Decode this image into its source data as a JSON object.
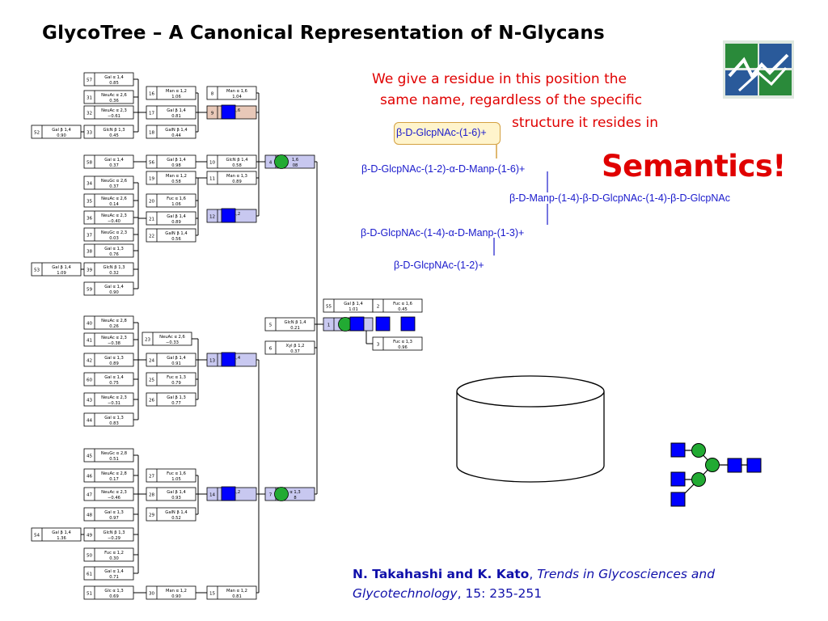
{
  "title": "GlycoTree – A Canonical Representation of N-Glycans",
  "annotation": {
    "line1": "We give a residue in this position the",
    "line2": "same name, regardless of the specific",
    "line3": "structure it resides in"
  },
  "semantics_label": "Semantics!",
  "glycan_structure": {
    "highlight": "β-D-GlcpNAc-(1-6)+",
    "row1": "β-D-GlcpNAc-(1-2)-α-D-Manp-(1-6)+",
    "core": "β-D-Manp-(1-4)-β-D-GlcpNAc-(1-4)-β-D-GlcpNAc",
    "row3": "β-D-GlcpNAc-(1-4)-α-D-Manp-(1-3)+",
    "row4": "β-D-GlcpNAc-(1-2)+"
  },
  "citation": {
    "authors": "N. Takahashi and K. Kato",
    "journal": "Trends in Glycosciences and Glycotechnology",
    "details": ", 15: 235-251"
  },
  "colors": {
    "title": "#000000",
    "annotation": "#e00000",
    "semantics": "#e00000",
    "glycan_text": "#1a1acc",
    "glcnac_square": "#0000ff",
    "mannose_circle": "#22aa33",
    "node_box_fill": "#c8c8f0",
    "highlight_box_fill": "#e8c8b8",
    "citation": "#1010aa"
  },
  "logo_icon": "glycotree-logo-icon",
  "database_icon": "database-cylinder-icon",
  "tree_nodes": [
    {
      "id": "57",
      "label": "Gal α 1,4",
      "value": "0.85"
    },
    {
      "id": "31",
      "label": "NeuAc α 2,6",
      "value": "0.36"
    },
    {
      "id": "32",
      "label": "NeuAc α 2,3",
      "value": "−0.61"
    },
    {
      "id": "52",
      "label": "Gal β 1,4",
      "value": "0.90"
    },
    {
      "id": "33",
      "label": "GlcN β 1,3",
      "value": "0.45"
    },
    {
      "id": "16",
      "label": "Man α 1,2",
      "value": "1.06"
    },
    {
      "id": "17",
      "label": "Gal β 1,4",
      "value": "0.81"
    },
    {
      "id": "18",
      "label": "GalN β 1,4",
      "value": "0.44"
    },
    {
      "id": "8",
      "label": "Man α 1,6",
      "value": "1.04"
    },
    {
      "id": "9",
      "label": "1,6",
      "value": ""
    },
    {
      "id": "58",
      "label": "Gal α 1,4",
      "value": "0.37"
    },
    {
      "id": "34",
      "label": "NeuGc α 2,6",
      "value": "0.37"
    },
    {
      "id": "35",
      "label": "NeuAc α 2,6",
      "value": "0.14"
    },
    {
      "id": "36",
      "label": "NeuAc α 2,3",
      "value": "−0.40"
    },
    {
      "id": "37",
      "label": "NeuGc α 2,3",
      "value": "0.03"
    },
    {
      "id": "38",
      "label": "Gal α 1,3",
      "value": "0.76"
    },
    {
      "id": "53",
      "label": "Gal β 1,4",
      "value": "1.09"
    },
    {
      "id": "39",
      "label": "GlcN β 1,3",
      "value": "0.32"
    },
    {
      "id": "59",
      "label": "Gal α 1,4",
      "value": "0.90"
    },
    {
      "id": "56",
      "label": "Gal β 1,4",
      "value": "0.98"
    },
    {
      "id": "19",
      "label": "Man α 1,2",
      "value": "0.58"
    },
    {
      "id": "20",
      "label": "Fuc α 1,6",
      "value": "1.06"
    },
    {
      "id": "21",
      "label": "Gal β 1,4",
      "value": "0.89"
    },
    {
      "id": "22",
      "label": "GalN β 1,4",
      "value": "0.56"
    },
    {
      "id": "10",
      "label": "GlcN β 1,4",
      "value": "0.58"
    },
    {
      "id": "11",
      "label": "Man α 1,3",
      "value": "0.89"
    },
    {
      "id": "12",
      "label": "1,2",
      "value": ""
    },
    {
      "id": "4",
      "label": "1,6",
      "value": "08"
    },
    {
      "id": "40",
      "label": "NeuAc α 2,8",
      "value": "0.26"
    },
    {
      "id": "41",
      "label": "NeuAc α 2,3",
      "value": "−0.38"
    },
    {
      "id": "42",
      "label": "Gal α 1,3",
      "value": "0.89"
    },
    {
      "id": "60",
      "label": "Gal α 1,4",
      "value": "0.75"
    },
    {
      "id": "43",
      "label": "NeuAc α 2,3",
      "value": "−0.31"
    },
    {
      "id": "44",
      "label": "Gal α 1,3",
      "value": "0.83"
    },
    {
      "id": "23",
      "label": "NeuAc α 2,6",
      "value": "−0.33"
    },
    {
      "id": "24",
      "label": "Gal β 1,4",
      "value": "0.91"
    },
    {
      "id": "25",
      "label": "Fuc α 1,3",
      "value": "0.79"
    },
    {
      "id": "26",
      "label": "Gal β 1,3",
      "value": "0.77"
    },
    {
      "id": "13",
      "label": "1,4",
      "value": ""
    },
    {
      "id": "45",
      "label": "NeuGc α 2,8",
      "value": "0.51"
    },
    {
      "id": "46",
      "label": "NeuAc α 2,8",
      "value": "0.17"
    },
    {
      "id": "47",
      "label": "NeuAc α 2,3",
      "value": "−0.46"
    },
    {
      "id": "48",
      "label": "Gal α 1,3",
      "value": "0.97"
    },
    {
      "id": "54",
      "label": "Gal β 1,4",
      "value": "1.36"
    },
    {
      "id": "49",
      "label": "GlcN β 1,3",
      "value": "−0.29"
    },
    {
      "id": "50",
      "label": "Fuc α 1,2",
      "value": "0.30"
    },
    {
      "id": "61",
      "label": "Gal α 1,4",
      "value": "0.71"
    },
    {
      "id": "51",
      "label": "Glc α 1,3",
      "value": "0.69"
    },
    {
      "id": "27",
      "label": "Fuc α 1,6",
      "value": "1.05"
    },
    {
      "id": "28",
      "label": "Gal β 1,4",
      "value": "0.93"
    },
    {
      "id": "29",
      "label": "GalN β 1,4",
      "value": "0.52"
    },
    {
      "id": "30",
      "label": "Man α 1,2",
      "value": "0.90"
    },
    {
      "id": "14",
      "label": "1,2",
      "value": ""
    },
    {
      "id": "15",
      "label": "Man α 1,2",
      "value": "0.81"
    },
    {
      "id": "7",
      "label": "α 1,3",
      "value": "8"
    },
    {
      "id": "5",
      "label": "GlcN β 1,4",
      "value": "0.21"
    },
    {
      "id": "6",
      "label": "Xyl β 1,2",
      "value": "0.37"
    },
    {
      "id": "55",
      "label": "Gal β 1,4",
      "value": "1.01"
    },
    {
      "id": "2",
      "label": "Fuc α 1,6",
      "value": "0.45"
    },
    {
      "id": "3",
      "label": "Fuc α 1,3",
      "value": "0.96"
    },
    {
      "id": "1",
      "label": "1,4",
      "value": ""
    }
  ]
}
